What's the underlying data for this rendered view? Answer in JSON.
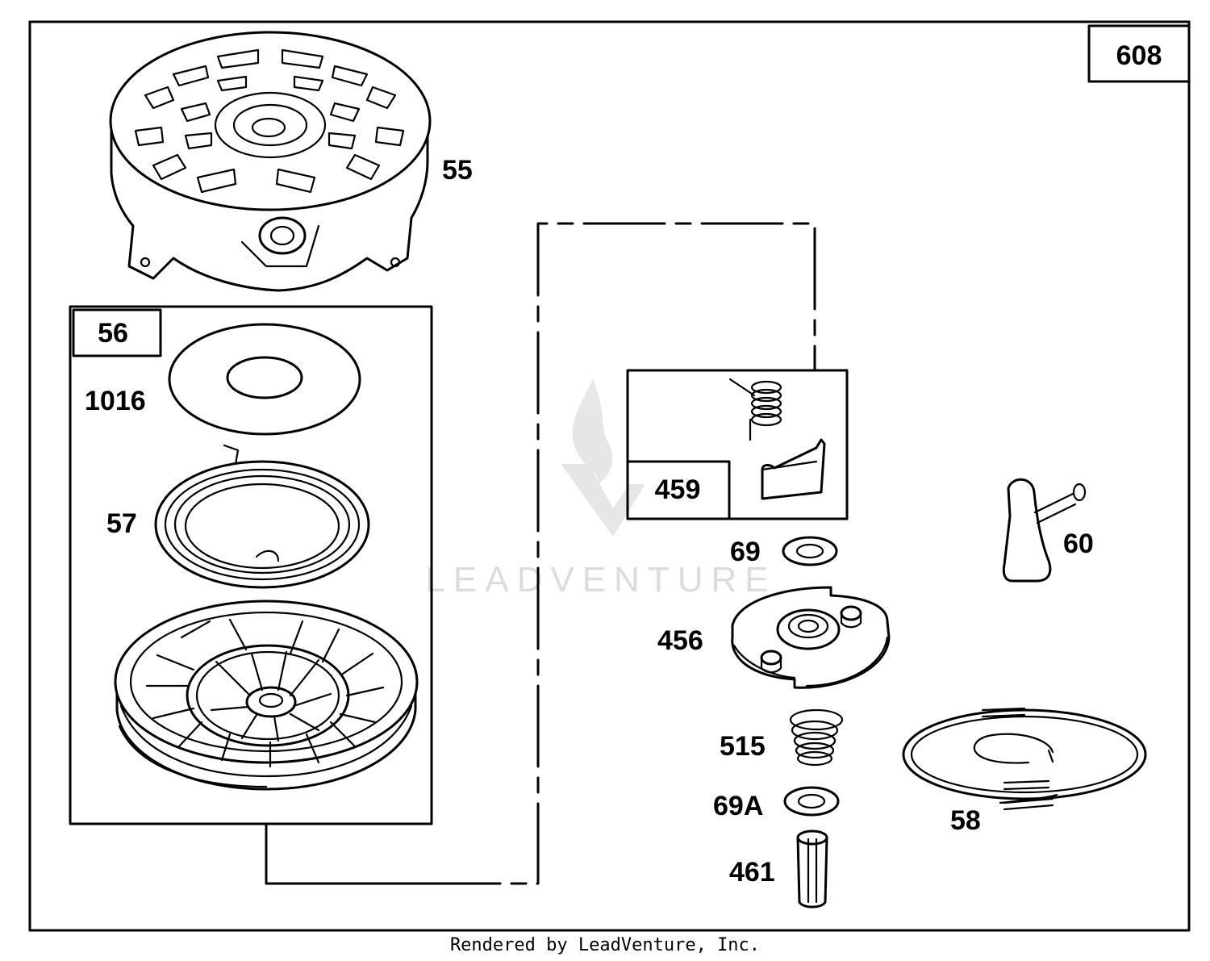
{
  "diagram": {
    "figure_number": "608",
    "parts": {
      "p55": "55",
      "p56": "56",
      "p1016": "1016",
      "p57": "57",
      "p459": "459",
      "p60": "60",
      "p69": "69",
      "p456": "456",
      "p515": "515",
      "p69A": "69A",
      "p461": "461",
      "p58": "58"
    },
    "watermark": "LEADVENTURE",
    "footer": "Rendered by LeadVenture, Inc."
  }
}
